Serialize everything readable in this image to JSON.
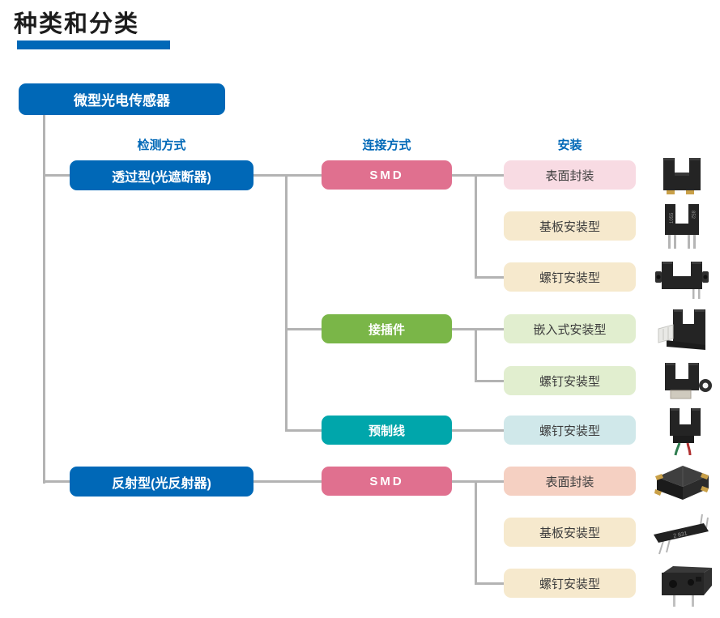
{
  "title": "种类和分类",
  "root": {
    "label": "微型光电传感器"
  },
  "column_headers": {
    "detection": "检测方式",
    "connection": "连接方式",
    "mounting": "安装"
  },
  "detection": [
    {
      "label": "透过型(光遮断器)"
    },
    {
      "label": "反射型(光反射器)"
    }
  ],
  "connection": [
    {
      "label": "SMD"
    },
    {
      "label": "接插件"
    },
    {
      "label": "预制线"
    },
    {
      "label": "SMD"
    }
  ],
  "mounting": [
    {
      "label": "表面封装"
    },
    {
      "label": "基板安装型"
    },
    {
      "label": "螺钉安装型"
    },
    {
      "label": "嵌入式安装型"
    },
    {
      "label": "螺钉安装型"
    },
    {
      "label": "螺钉安装型"
    },
    {
      "label": "表面封装"
    },
    {
      "label": "基板安装型"
    },
    {
      "label": "螺钉安装型"
    }
  ],
  "photo_markings": {
    "board_mount_left": "1055",
    "board_mount_right": "852",
    "reflective_board": "2 831"
  },
  "palette": {
    "accent_blue": "#0068b7",
    "pink": "#e0708f",
    "light_pink": "#f8dbe3",
    "cream": "#f6e9cd",
    "green": "#7ab648",
    "light_green": "#e1eecf",
    "teal": "#00a6ab",
    "light_teal": "#d0e8ea",
    "salmon": "#f5d0c2",
    "line_gray": "#b3b3b3"
  }
}
